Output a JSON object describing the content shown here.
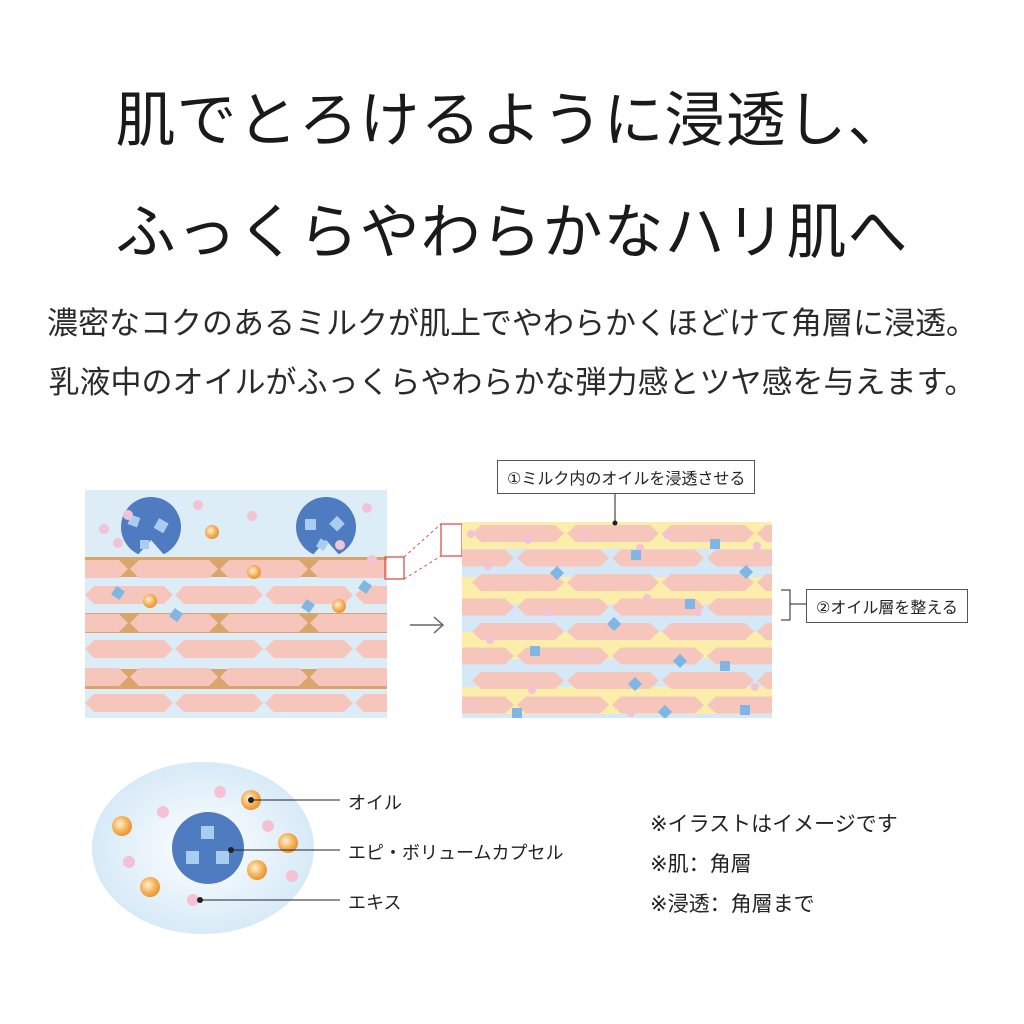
{
  "headline": {
    "line1": "肌でとろけるように浸透し、",
    "line2": "ふっくらやわらかなハリ肌へ"
  },
  "subtext": {
    "line1": "濃密なコクのあるミルクが肌上でやわらかくほどけて角層に浸透。",
    "line2": "乳液中のオイルがふっくらやわらかな弾力感とツヤ感を与えます。"
  },
  "diagram": {
    "callout_1": "①ミルク内のオイルを浸透させる",
    "callout_2": "②オイル層を整える",
    "arrow": "→"
  },
  "capsule_legend": {
    "oil": "オイル",
    "capsule": "エピ・ボリュームカプセル",
    "extract": "エキス"
  },
  "notes": [
    "※イラストはイメージです",
    "※肌：角層",
    "※浸透：角層まで"
  ],
  "colors": {
    "blue_bg": "#dcedf8",
    "cell_pink": "#f6c6bc",
    "lipid_tan": "#d9a56a",
    "oil_yellow": "#fbeeaa",
    "capsule_blue": "#4f7bc0",
    "particle_square": "#7fb6e3",
    "particle_pink": "#f3c2d4",
    "oil_drop": "#f2a74e"
  }
}
